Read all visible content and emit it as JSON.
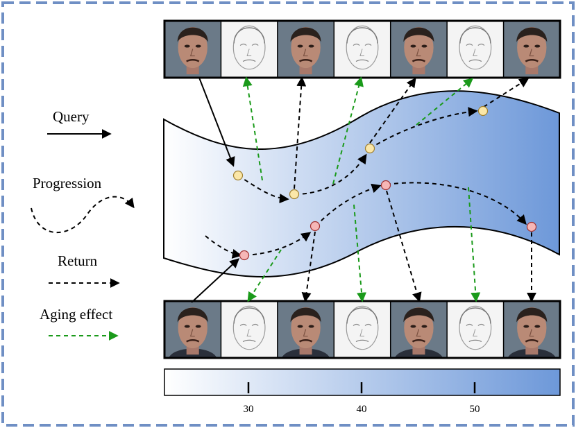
{
  "legend": {
    "query": "Query",
    "progression": "Progression",
    "return": "Return",
    "aging_effect": "Aging effect"
  },
  "colors": {
    "frame_border": "#6f8fc4",
    "manifold_light": "#ffffff",
    "manifold_dark": "#6d98d9",
    "query_arrow": "#000000",
    "return_arrow": "#000000",
    "aging_arrow": "#1a9a1a",
    "progression_node": "#fbe7a8",
    "return_node": "#f6b6b6"
  },
  "top_strip": {
    "tiles": [
      "face-photo",
      "edge-map",
      "face-photo",
      "edge-map",
      "face-photo",
      "edge-map",
      "face-photo"
    ]
  },
  "bottom_strip": {
    "tiles": [
      "face-photo",
      "edge-map",
      "face-photo",
      "edge-map",
      "face-photo",
      "edge-map",
      "face-photo"
    ]
  },
  "age_bar": {
    "ticks": [
      "30",
      "40",
      "50"
    ]
  }
}
